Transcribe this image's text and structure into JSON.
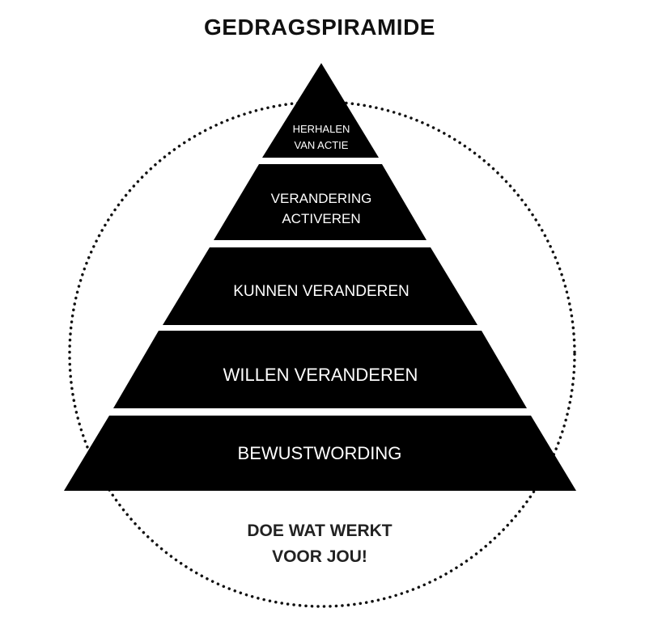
{
  "title": "GEDRAGSPIRAMIDE",
  "levels": [
    {
      "lines": [
        "HERHALEN",
        "VAN ACTIE"
      ]
    },
    {
      "lines": [
        "VERANDERING",
        "ACTIVEREN"
      ]
    },
    {
      "lines": [
        "KUNNEN VERANDEREN"
      ]
    },
    {
      "lines": [
        "WILLEN VERANDEREN"
      ]
    },
    {
      "lines": [
        "BEWUSTWORDING"
      ]
    }
  ],
  "footer": {
    "line1": "DOE WAT WERKT",
    "line2": "VOOR JOU!"
  },
  "colors": {
    "pyramid": "#000000",
    "text_on_pyramid": "#ffffff",
    "dots": "#111111"
  }
}
